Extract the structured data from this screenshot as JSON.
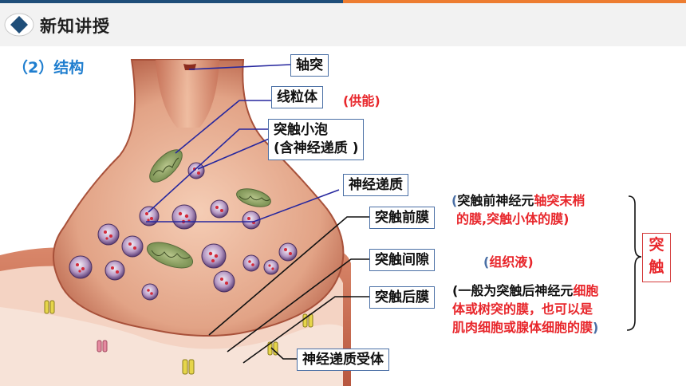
{
  "header": {
    "title": "新知讲授"
  },
  "section": {
    "subtitle": "（2）结构"
  },
  "labels": {
    "axon": "轴突",
    "mitochondria": "线粒体",
    "vesicle_line1": "突触小泡",
    "vesicle_line2": "(含神经递质 )",
    "neurotransmitter": "神经递质",
    "pre_membrane": "突触前膜",
    "cleft": "突触间隙",
    "post_membrane": "突触后膜",
    "receptor": "神经递质受体"
  },
  "notes": {
    "energy": "(供能)",
    "pre_open": "(",
    "pre_black": "突触前神经元",
    "pre_red1": "轴突末梢",
    "pre_red2": "的膜,突触小体的膜)",
    "fluid_open": "(",
    "fluid_red": "组织液)",
    "post_black1": "(一般为突触后神经元",
    "post_red1": "细胞",
    "post_red2": "体或树突的膜，也可以是",
    "post_red3": "肌肉细胞或腺体细胞的膜",
    "post_close": ")"
  },
  "synapse": {
    "char1": "突",
    "char2": "触"
  },
  "colors": {
    "accent_blue": "#1f4e79",
    "accent_orange": "#ed7d31",
    "subtitle_blue": "#1f7ecf",
    "note_red": "#e8262b",
    "box_border": "#4a6fa5"
  }
}
